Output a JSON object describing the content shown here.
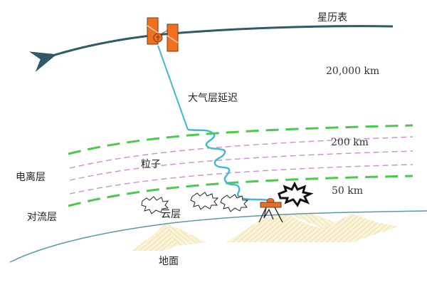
{
  "diagram": {
    "title": "GNSS signal propagation error sources",
    "labels": {
      "ephemeris": "星历表",
      "orbit_altitude": "20,000 km",
      "atmospheric_delay": "大气层延迟",
      "ionosphere_top": "200 km",
      "particles": "粒子",
      "ionosphere": "电离层",
      "troposphere_top": "50 km",
      "troposphere": "对流层",
      "clouds": "云层",
      "ground": "地面"
    },
    "colors": {
      "orbit": "#2f5a66",
      "satellite": "#f07020",
      "signal": "#40b8d0",
      "ionosphere_boundary": "#4cc84c",
      "ionosphere_inner": "#c890c8",
      "earth_surface": "#5a9aa0",
      "terrain": "#f0e0a0",
      "receiver": "#e07030"
    },
    "elements": [
      {
        "name": "satellite",
        "description": "orange satellite with two solar panels on orbit line"
      },
      {
        "name": "orbit-arrow",
        "description": "curved orbit line with arrow pointing left"
      },
      {
        "name": "signal-path",
        "description": "straight line from satellite becoming wavy through atmosphere"
      },
      {
        "name": "receiver",
        "description": "tripod-mounted GNSS receiver on ground"
      },
      {
        "name": "multipath-burst",
        "description": "black starburst next to receiver"
      },
      {
        "name": "clouds",
        "description": "three small cloud starbursts"
      }
    ]
  }
}
